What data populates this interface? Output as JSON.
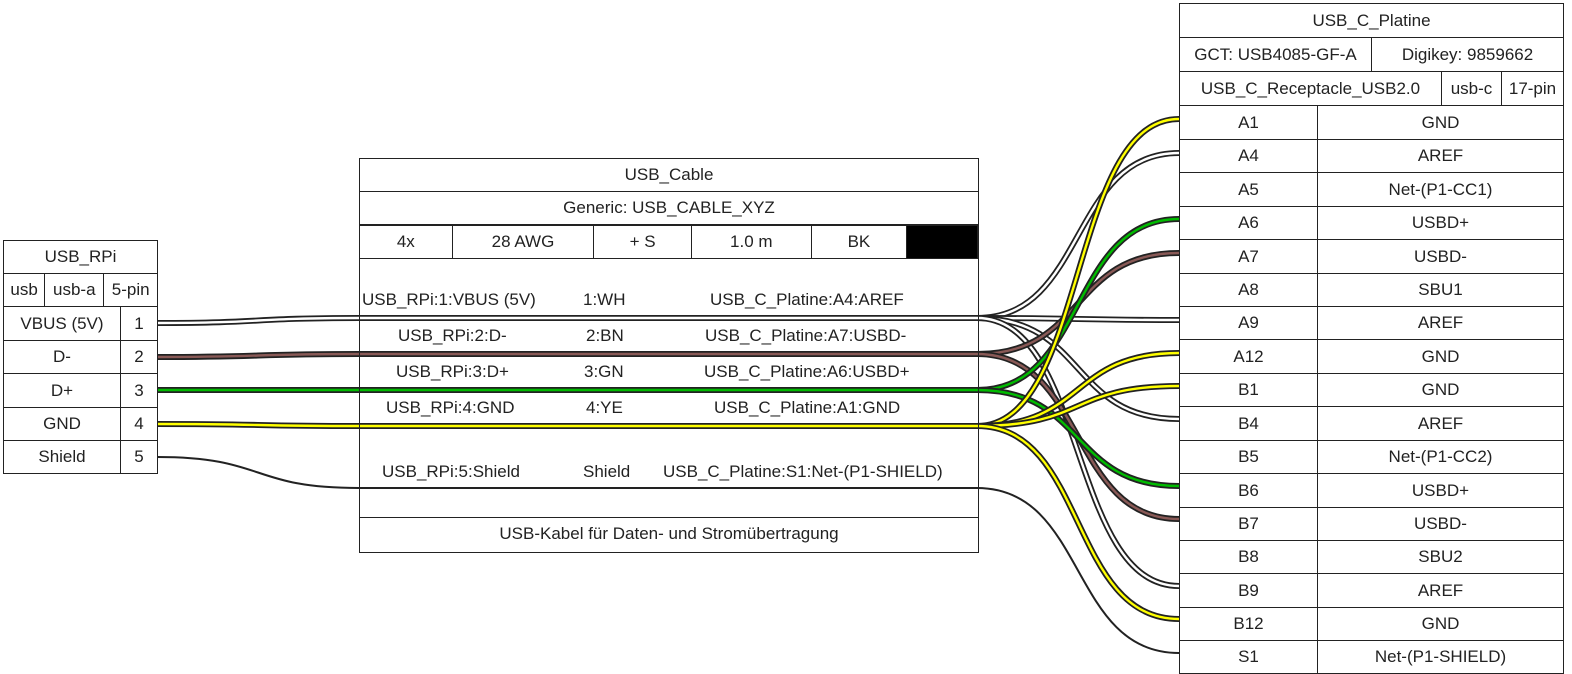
{
  "colors": {
    "WH": "#ffffff",
    "BN": "#895956",
    "GN": "#00bb00",
    "YE": "#ffff00",
    "BK": "#000000",
    "stroke": "#222222"
  },
  "left_connector": {
    "title": "USB_RPi",
    "attrs": [
      "usb",
      "usb-a",
      "5-pin"
    ],
    "pins": [
      {
        "label": "VBUS (5V)",
        "num": "1"
      },
      {
        "label": "D-",
        "num": "2"
      },
      {
        "label": "D+",
        "num": "3"
      },
      {
        "label": "GND",
        "num": "4"
      },
      {
        "label": "Shield",
        "num": "5"
      }
    ]
  },
  "cable": {
    "title": "USB_Cable",
    "part": "Generic: USB_CABLE_XYZ",
    "attrs": [
      "4x",
      "28 AWG",
      "+ S",
      "1.0 m",
      "BK"
    ],
    "wires": [
      {
        "from": "USB_RPi:1:VBUS (5V)",
        "color": "1:WH",
        "to": "USB_C_Platine:A4:AREF"
      },
      {
        "from": "USB_RPi:2:D-",
        "color": "2:BN",
        "to": "USB_C_Platine:A7:USBD-"
      },
      {
        "from": "USB_RPi:3:D+",
        "color": "3:GN",
        "to": "USB_C_Platine:A6:USBD+"
      },
      {
        "from": "USB_RPi:4:GND",
        "color": "4:YE",
        "to": "USB_C_Platine:A1:GND"
      },
      {
        "from": "USB_RPi:5:Shield",
        "color": "Shield",
        "to": "USB_C_Platine:S1:Net-(P1-SHIELD)"
      }
    ],
    "note": "USB-Kabel für Daten- und Stromübertragung"
  },
  "right_connector": {
    "title": "USB_C_Platine",
    "part_mfr": "GCT: USB4085-GF-A",
    "part_dk": "Digikey: 9859662",
    "attrs": [
      "USB_C_Receptacle_USB2.0",
      "usb-c",
      "17-pin"
    ],
    "pins": [
      {
        "pin": "A1",
        "label": "GND"
      },
      {
        "pin": "A4",
        "label": "AREF"
      },
      {
        "pin": "A5",
        "label": "Net-(P1-CC1)"
      },
      {
        "pin": "A6",
        "label": "USBD+"
      },
      {
        "pin": "A7",
        "label": "USBD-"
      },
      {
        "pin": "A8",
        "label": "SBU1"
      },
      {
        "pin": "A9",
        "label": "AREF"
      },
      {
        "pin": "A12",
        "label": "GND"
      },
      {
        "pin": "B1",
        "label": "GND"
      },
      {
        "pin": "B4",
        "label": "AREF"
      },
      {
        "pin": "B5",
        "label": "Net-(P1-CC2)"
      },
      {
        "pin": "B6",
        "label": "USBD+"
      },
      {
        "pin": "B7",
        "label": "USBD-"
      },
      {
        "pin": "B8",
        "label": "SBU2"
      },
      {
        "pin": "B9",
        "label": "AREF"
      },
      {
        "pin": "B12",
        "label": "GND"
      },
      {
        "pin": "S1",
        "label": "Net-(P1-SHIELD)"
      }
    ]
  }
}
